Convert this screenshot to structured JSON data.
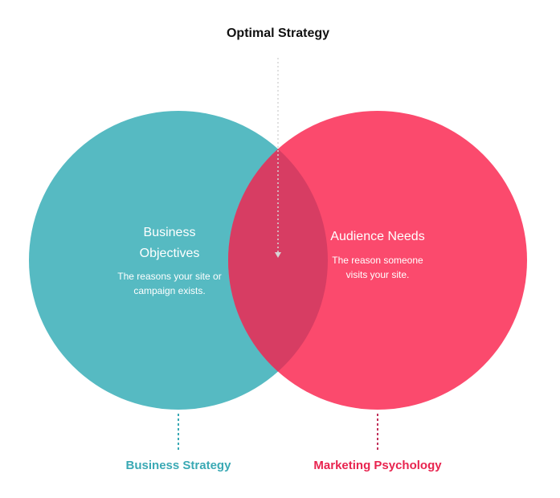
{
  "title": "Optimal Strategy",
  "left": {
    "heading_line1": "Business",
    "heading_line2": "Objectives",
    "desc_line1": "The reasons your site or",
    "desc_line2": "campaign exists.",
    "label": "Business Strategy",
    "color": "#56bac2",
    "label_color": "#3aa9b4"
  },
  "right": {
    "heading": "Audience Needs",
    "desc_line1": "The reason someone",
    "desc_line2": "visits your site.",
    "label": "Marketing Psychology",
    "color": "#fb4a6d",
    "label_color": "#e8244f"
  },
  "overlap_color": "#d73d63"
}
